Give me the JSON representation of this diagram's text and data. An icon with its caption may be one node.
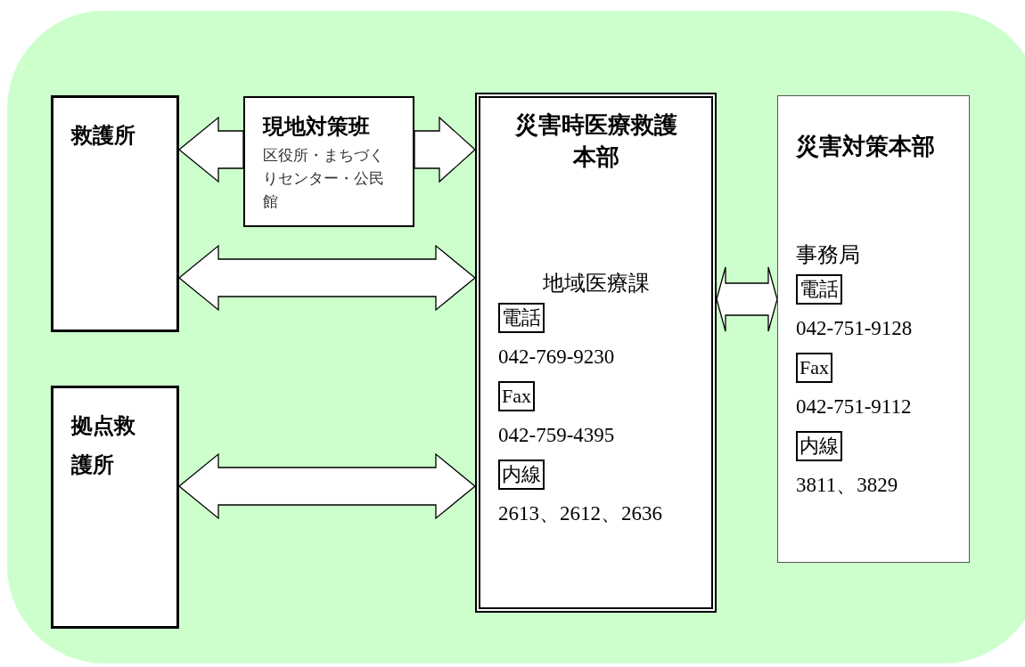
{
  "diagram": {
    "nodes": [
      {
        "text": [
          "救護所"
        ]
      },
      {
        "text": [
          "現地対策班",
          "区役所・まちづくりセンター・公民館"
        ]
      },
      {
        "text": [
          "災害時医療救護本部",
          "地域医療課",
          "042-769-9230",
          "042-759-4395",
          "2613、2612、2636"
        ]
      },
      {
        "text": [
          "電話"
        ],
        "in": 2
      },
      {
        "text": [
          "Fax"
        ],
        "in": 2
      },
      {
        "text": [
          "内線"
        ],
        "in": 2
      },
      {
        "text": [
          "災害対策本部",
          "事務局",
          "042-751-9128",
          "042-751-9112",
          "3811、3829"
        ]
      },
      {
        "text": [
          "電話"
        ],
        "in": 6
      },
      {
        "text": [
          "Fax"
        ],
        "in": 6
      },
      {
        "text": [
          "内線"
        ],
        "in": 6
      },
      {
        "text": [
          "拠点救護所"
        ]
      }
    ],
    "edges": [
      {
        "from": 1,
        "to": 0,
        "arrow": "to"
      },
      {
        "from": 1,
        "to": 2,
        "arrow": "to"
      },
      {
        "from": 0,
        "to": 2,
        "arrow": "both"
      },
      {
        "from": 10,
        "to": 2,
        "arrow": "both"
      },
      {
        "from": 2,
        "to": 6,
        "arrow": "both"
      }
    ]
  }
}
